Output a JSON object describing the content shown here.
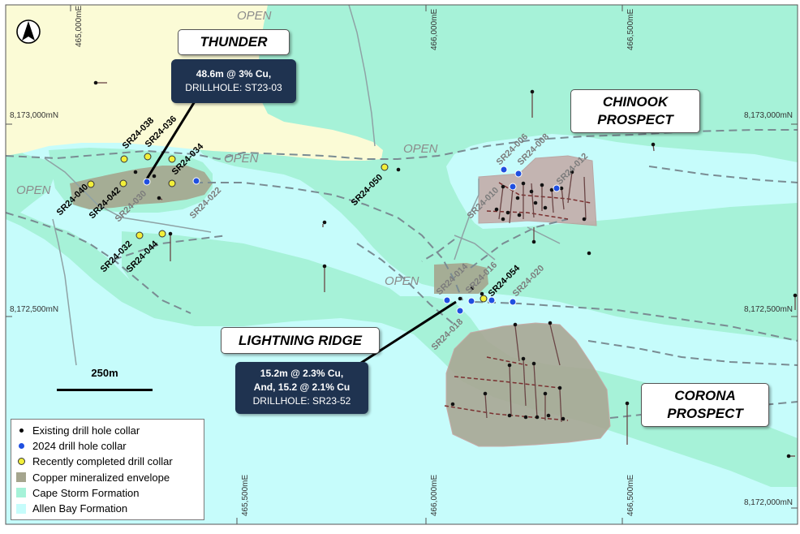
{
  "grid": {
    "easting_top": [
      "465,000mE",
      "466,000mE",
      "466,500mE"
    ],
    "easting_bottom": [
      "465,500mE",
      "466,000mE",
      "466,500mE"
    ],
    "northing_left": [
      "8,173,000mN",
      "8,172,500mN"
    ],
    "northing_right": [
      "8,173,000mN",
      "8,172,500mN",
      "8,172,000mN"
    ]
  },
  "titles": {
    "thunder": "THUNDER",
    "chinook_1": "CHINOOK",
    "chinook_2": "PROSPECT",
    "lightning_ridge": "LIGHTNING RIDGE",
    "corona_1": "CORONA",
    "corona_2": "PROSPECT"
  },
  "callouts": {
    "thunder": {
      "line1": "48.6m @ 3% Cu,",
      "line2": "DRILLHOLE: ST23-03"
    },
    "lightning": {
      "line1": "15.2m @ 2.3% Cu,",
      "line1b": "And, 15.2 @ 2.1% Cu",
      "line2": "DRILLHOLE: SR23-52"
    }
  },
  "open_label": "OPEN",
  "holes": {
    "sr24_040": "SR24-040",
    "sr24_042": "SR24-042",
    "sr24_030": "SR24-030",
    "sr24_038": "SR24-038",
    "sr24_036": "SR24-036",
    "sr24_034": "SR24-034",
    "sr24_022": "SR24-022",
    "sr24_032": "SR24-032",
    "sr24_044": "SR24-044",
    "sr24_050": "SR24-050",
    "sr24_006": "SR24-006",
    "sr24_008": "SR24-008",
    "sr24_010": "SR24-010",
    "sr24_012": "SR24-012",
    "sr24_014": "SR24-014",
    "sr24_016": "SR24-016",
    "sr24_054": "SR24-054",
    "sr24_020": "SR24-020",
    "sr24_018": "SR24-018"
  },
  "scale": {
    "label": "250m"
  },
  "legend": {
    "items": [
      {
        "label": "Existing drill hole collar",
        "color": "#000000",
        "kind": "dot-small"
      },
      {
        "label": "2024 drill hole collar",
        "color": "#1f4fe0",
        "kind": "dot"
      },
      {
        "label": "Recently completed drill collar",
        "color": "#f2ef3a",
        "kind": "dot-outline"
      },
      {
        "label": "Copper mineralized envelope",
        "color": "#a5a58e",
        "kind": "square"
      },
      {
        "label": "Cape Storm  Formation",
        "color": "#a6f2d8",
        "kind": "square"
      },
      {
        "label": "Allen Bay Formation",
        "color": "#c6fcfb",
        "kind": "square"
      }
    ]
  },
  "colors": {
    "allen_bay": "#c6fcfb",
    "cape_storm": "#a6f2d8",
    "upper_unit": "#fbfbd6",
    "envelope": "#a5a58e",
    "callout": "#1f3350"
  }
}
